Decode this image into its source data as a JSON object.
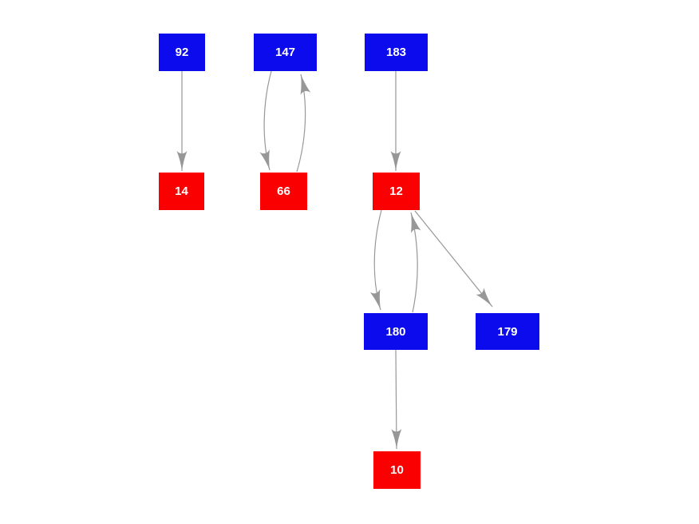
{
  "diagram": {
    "type": "directed-graph",
    "background": "#ffffff",
    "colors": {
      "blue": "#0b0bee",
      "red": "#fb0000",
      "edge": "#979797",
      "label_text": "#ffffff"
    },
    "nodes": [
      {
        "id": "92",
        "label": "92",
        "color": "blue"
      },
      {
        "id": "147",
        "label": "147",
        "color": "blue"
      },
      {
        "id": "183",
        "label": "183",
        "color": "blue"
      },
      {
        "id": "14",
        "label": "14",
        "color": "red"
      },
      {
        "id": "66",
        "label": "66",
        "color": "red"
      },
      {
        "id": "12",
        "label": "12",
        "color": "red"
      },
      {
        "id": "180",
        "label": "180",
        "color": "blue"
      },
      {
        "id": "179",
        "label": "179",
        "color": "blue"
      },
      {
        "id": "10",
        "label": "10",
        "color": "red"
      }
    ],
    "edges": [
      {
        "from": "92",
        "to": "14",
        "style": "straight"
      },
      {
        "from": "147",
        "to": "66",
        "style": "curved"
      },
      {
        "from": "66",
        "to": "147",
        "style": "curved"
      },
      {
        "from": "183",
        "to": "12",
        "style": "straight"
      },
      {
        "from": "12",
        "to": "180",
        "style": "curved"
      },
      {
        "from": "180",
        "to": "12",
        "style": "curved"
      },
      {
        "from": "12",
        "to": "179",
        "style": "straight"
      },
      {
        "from": "180",
        "to": "10",
        "style": "straight"
      }
    ]
  }
}
